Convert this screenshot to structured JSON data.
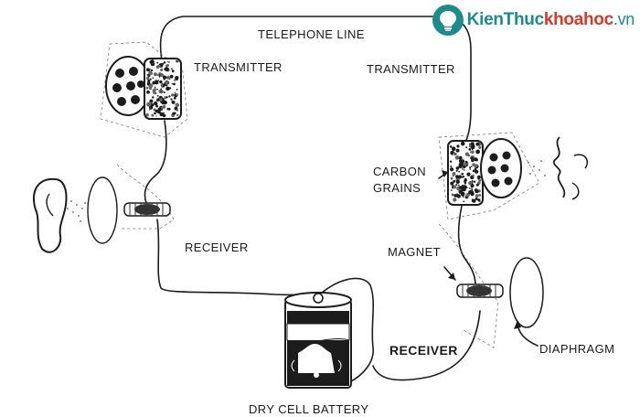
{
  "labels": {
    "telephone_line": "TELEPHONE LINE",
    "transmitter_left": "TRANSMITTER",
    "transmitter_right": "TRANSMITTER",
    "carbon_grains_1": "CARBON",
    "carbon_grains_2": "GRAINS",
    "magnet": "MAGNET",
    "receiver_left": "RECEIVER",
    "receiver_right": "RECEIVER",
    "diaphragm": "DIAPHRAGM",
    "battery": "DRY CELL BATTERY"
  },
  "watermark": {
    "brand": "KienThuc",
    "brand_accent": "khoahoc",
    "domain": ".vn"
  },
  "colors": {
    "ink": "#1c1c1c",
    "watermark": "#1d8a8c",
    "watermark_accent": "#d23a2a"
  }
}
